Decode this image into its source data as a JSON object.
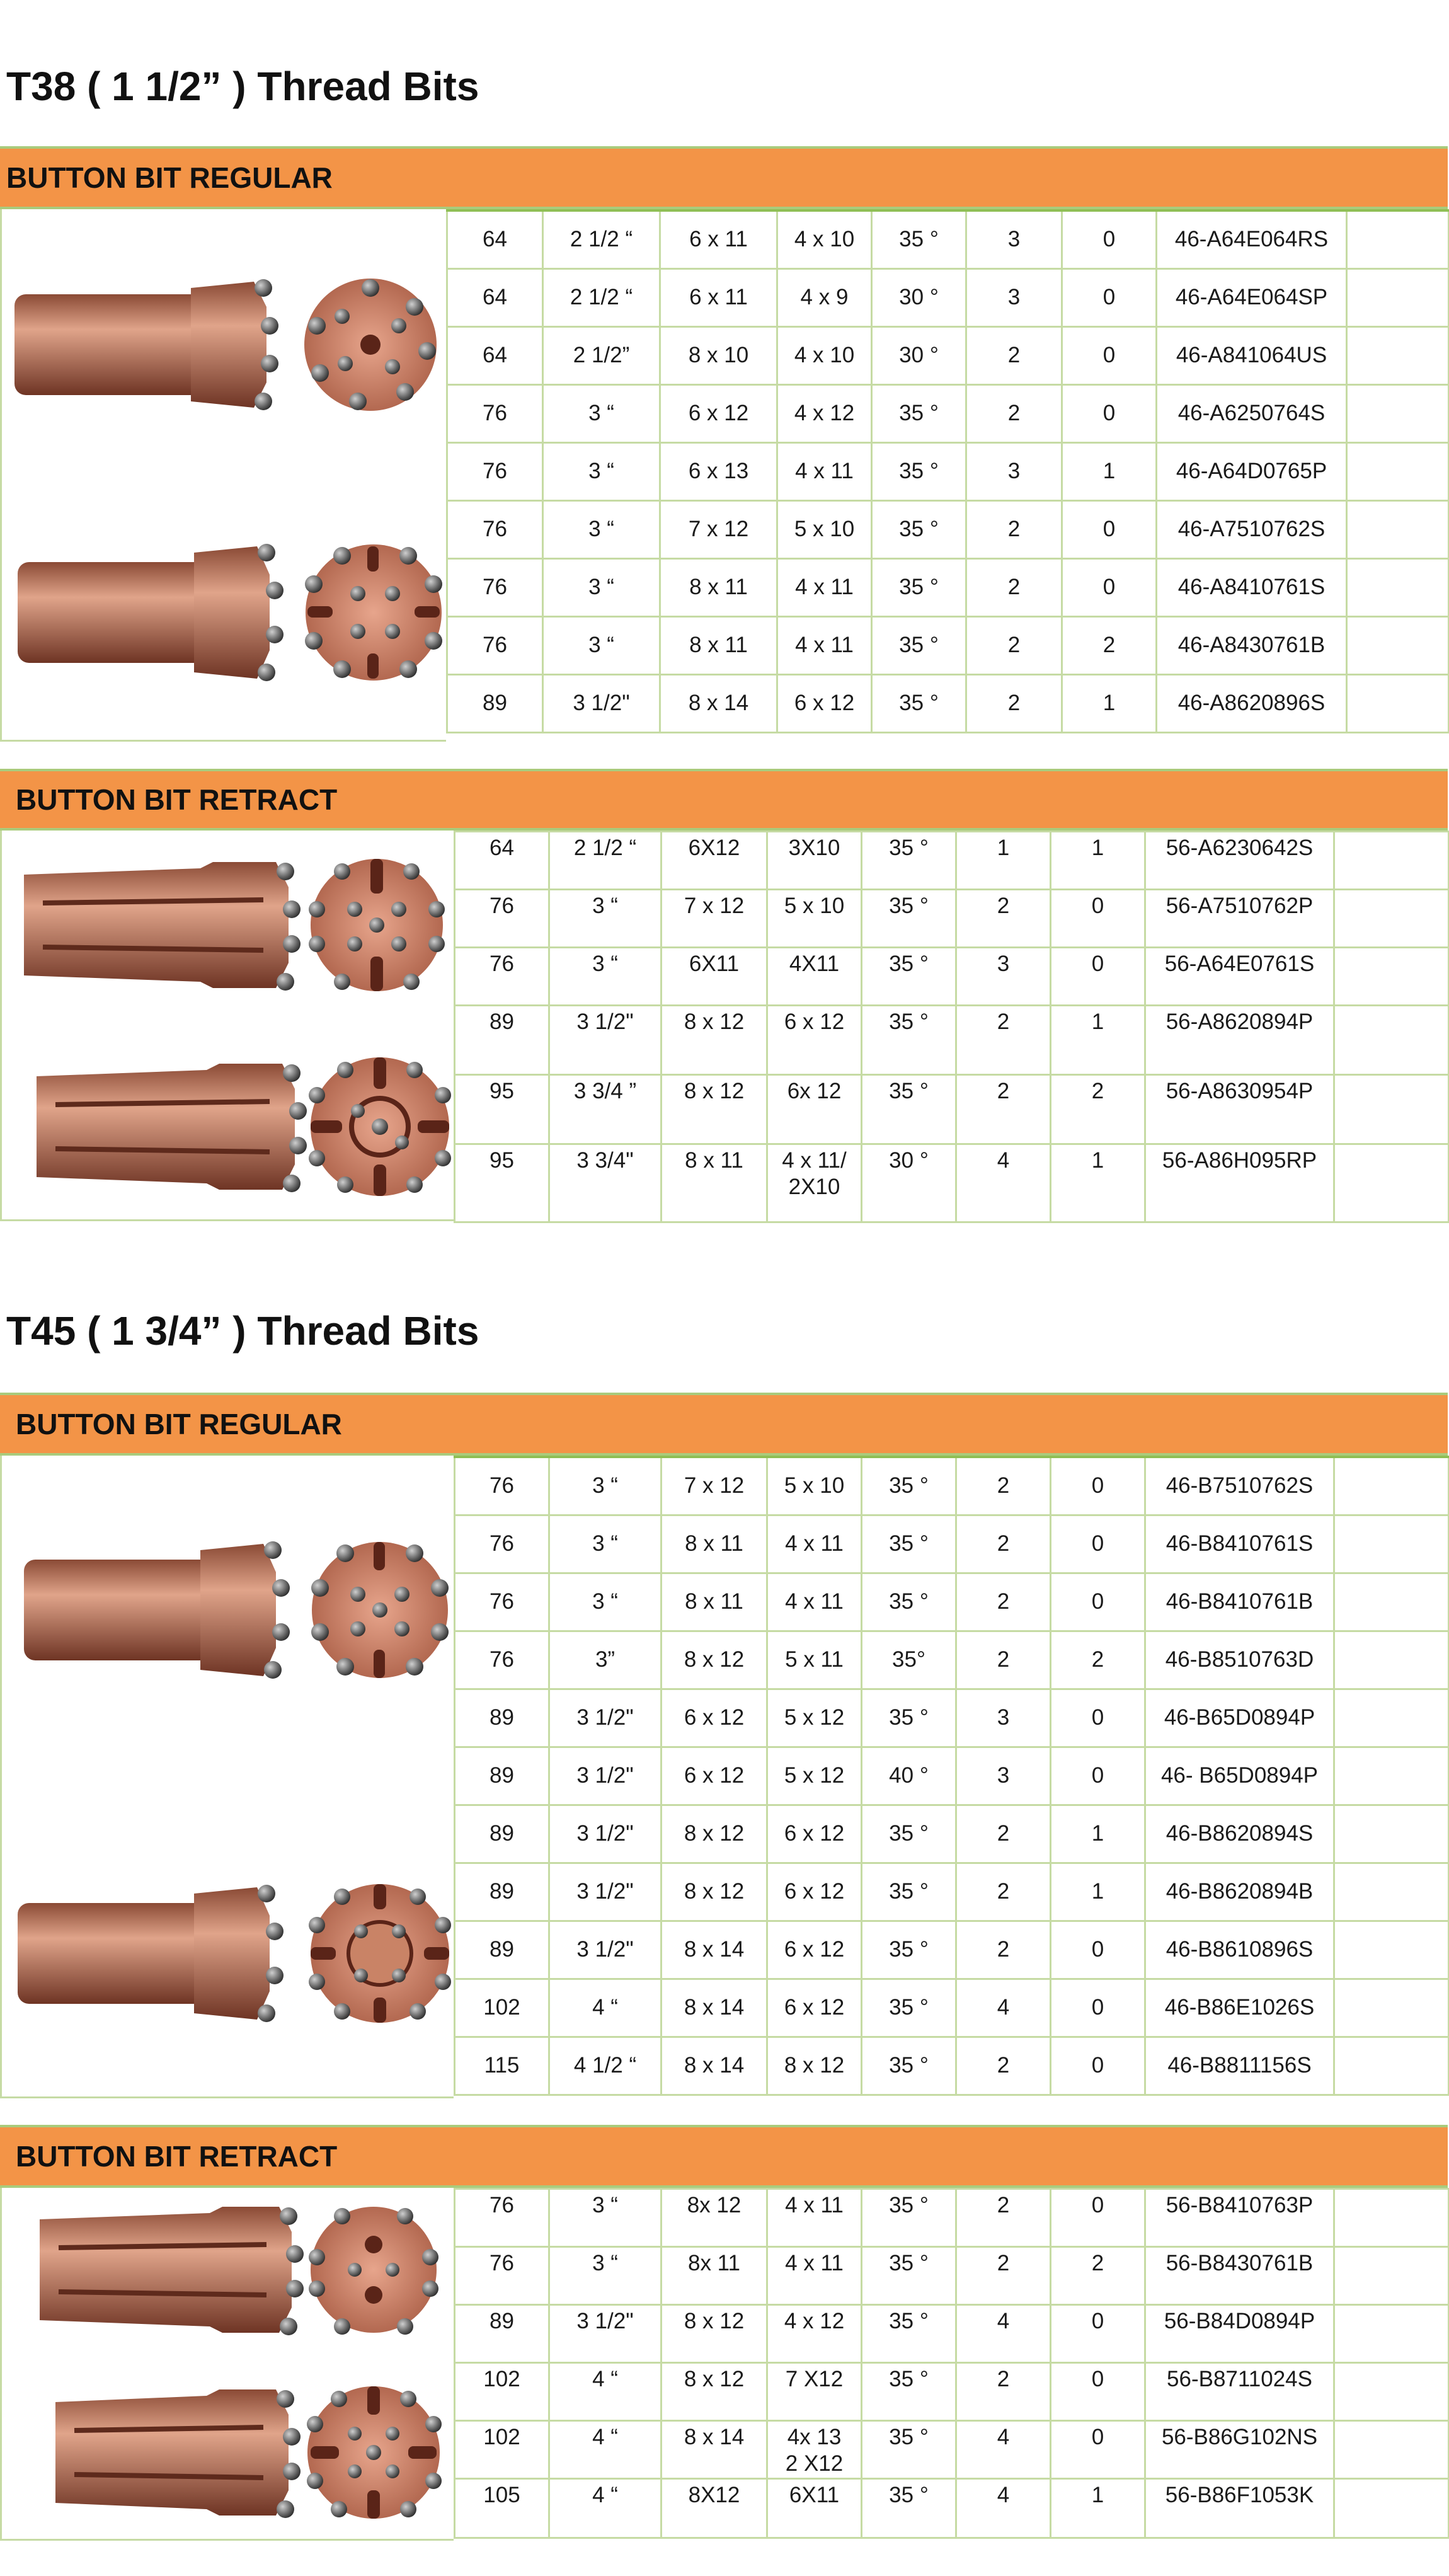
{
  "sections": [
    {
      "title": "T38 ( 1 1/2” ) Thread Bits",
      "regular": {
        "label": "BUTTON BIT REGULAR",
        "rows": [
          [
            "64",
            "2 1/2 “",
            "6 x 11",
            "4 x 10",
            "35 °",
            "3",
            "0",
            "46-A64E064RS",
            ""
          ],
          [
            "64",
            "2 1/2 “",
            "6 x 11",
            "4 x 9",
            "30 °",
            "3",
            "0",
            "46-A64E064SP",
            ""
          ],
          [
            "64",
            "2 1/2”",
            "8 x 10",
            "4 x 10",
            "30 °",
            "2",
            "0",
            "46-A841064US",
            ""
          ],
          [
            "76",
            "3 “",
            "6 x 12",
            "4 x 12",
            "35 °",
            "2",
            "0",
            "46-A6250764S",
            ""
          ],
          [
            "76",
            "3 “",
            "6 x 13",
            "4 x 11",
            "35 °",
            "3",
            "1",
            "46-A64D0765P",
            ""
          ],
          [
            "76",
            "3 “",
            "7 x 12",
            "5 x 10",
            "35 °",
            "2",
            "0",
            "46-A7510762S",
            ""
          ],
          [
            "76",
            "3 “",
            "8 x 11",
            "4 x 11",
            "35 °",
            "2",
            "0",
            "46-A8410761S",
            ""
          ],
          [
            "76",
            "3 “",
            "8 x 11",
            "4 x 11",
            "35 °",
            "2",
            "2",
            "46-A8430761B",
            ""
          ],
          [
            "89",
            "3 1/2\"",
            "8 x 14",
            "6 x 12",
            "35 °",
            "2",
            "1",
            "46-A8620896S",
            ""
          ]
        ]
      },
      "retract": {
        "label": "BUTTON BIT RETRACT",
        "rows": [
          [
            "64",
            "2 1/2 “",
            "6X12",
            "3X10",
            "35 °",
            "1",
            "1",
            "56-A6230642S",
            ""
          ],
          [
            "76",
            "3 “",
            "7 x 12",
            "5 x 10",
            "35 °",
            "2",
            "0",
            "56-A7510762P",
            ""
          ],
          [
            "76",
            "3 “",
            "6X11",
            "4X11",
            "35 °",
            "3",
            "0",
            "56-A64E0761S",
            ""
          ],
          [
            "89",
            "3 1/2\"",
            "8 x 12",
            "6 x 12",
            "35 °",
            "2",
            "1",
            "56-A8620894P",
            ""
          ],
          [
            "95",
            "3 3/4 ”",
            "8 x 12",
            "6x 12",
            "35 °",
            "2",
            "2",
            "56-A8630954P",
            ""
          ],
          [
            "95",
            "3 3/4\"",
            "8 x 11",
            "4 x 11/\n2X10",
            "30 °",
            "4",
            "1",
            "56-A86H095RP",
            ""
          ]
        ]
      }
    },
    {
      "title": "T45 ( 1 3/4” ) Thread Bits",
      "regular": {
        "label": "BUTTON BIT REGULAR",
        "rows": [
          [
            "76",
            "3 “",
            "7 x 12",
            "5 x 10",
            "35 °",
            "2",
            "0",
            "46-B7510762S",
            ""
          ],
          [
            "76",
            "3 “",
            "8 x 11",
            "4 x 11",
            "35 °",
            "2",
            "0",
            "46-B8410761S",
            ""
          ],
          [
            "76",
            "3 “",
            "8 x 11",
            "4 x 11",
            "35 °",
            "2",
            "0",
            "46-B8410761B",
            ""
          ],
          [
            "76",
            "3”",
            "8 x 12",
            "5 x 11",
            "35°",
            "2",
            "2",
            "46-B8510763D",
            ""
          ],
          [
            "89",
            "3 1/2\"",
            "6 x 12",
            "5 x 12",
            "35 °",
            "3",
            "0",
            "46-B65D0894P",
            ""
          ],
          [
            "89",
            "3 1/2\"",
            "6 x 12",
            "5 x 12",
            "40 °",
            "3",
            "0",
            "46- B65D0894P",
            ""
          ],
          [
            "89",
            "3 1/2\"",
            "8 x 12",
            "6 x 12",
            "35 °",
            "2",
            "1",
            "46-B8620894S",
            ""
          ],
          [
            "89",
            "3 1/2\"",
            "8 x 12",
            "6 x 12",
            "35 °",
            "2",
            "1",
            "46-B8620894B",
            ""
          ],
          [
            "89",
            "3 1/2\"",
            "8 x 14",
            "6 x 12",
            "35 °",
            "2",
            "0",
            "46-B8610896S",
            ""
          ],
          [
            "102",
            "4 “",
            "8 x 14",
            "6 x 12",
            "35 °",
            "4",
            "0",
            "46-B86E1026S",
            ""
          ],
          [
            "115",
            "4 1/2 “",
            "8 x 14",
            "8 x 12",
            "35 °",
            "2",
            "0",
            "46-B8811156S",
            ""
          ]
        ]
      },
      "retract": {
        "label": "BUTTON BIT RETRACT",
        "rows": [
          [
            "76",
            "3 “",
            "8x 12",
            "4 x 11",
            "35 °",
            "2",
            "0",
            "56-B8410763P",
            ""
          ],
          [
            "76",
            "3 “",
            "8x 11",
            "4 x 11",
            "35 °",
            "2",
            "2",
            "56-B8430761B",
            ""
          ],
          [
            "89",
            "3 1/2\"",
            "8 x 12",
            "4 x 12",
            "35 °",
            "4",
            "0",
            "56-B84D0894P",
            ""
          ],
          [
            "102",
            "4 “",
            "8 x 12",
            "7 X12",
            "35 °",
            "2",
            "0",
            "56-B8711024S",
            ""
          ],
          [
            "102",
            "4 “",
            "8 x 14",
            "4x 13\n2 X12",
            "35 °",
            "4",
            "0",
            "56-B86G102NS",
            ""
          ],
          [
            "105",
            "4 “",
            "8X12",
            "6X11",
            "35 °",
            "4",
            "1",
            "56-B86F1053K",
            ""
          ]
        ]
      }
    }
  ],
  "colors": {
    "band": "#f39447",
    "grid": "#c6dba4",
    "bit_body": "#b9735a",
    "button": "#4a4a4a"
  }
}
